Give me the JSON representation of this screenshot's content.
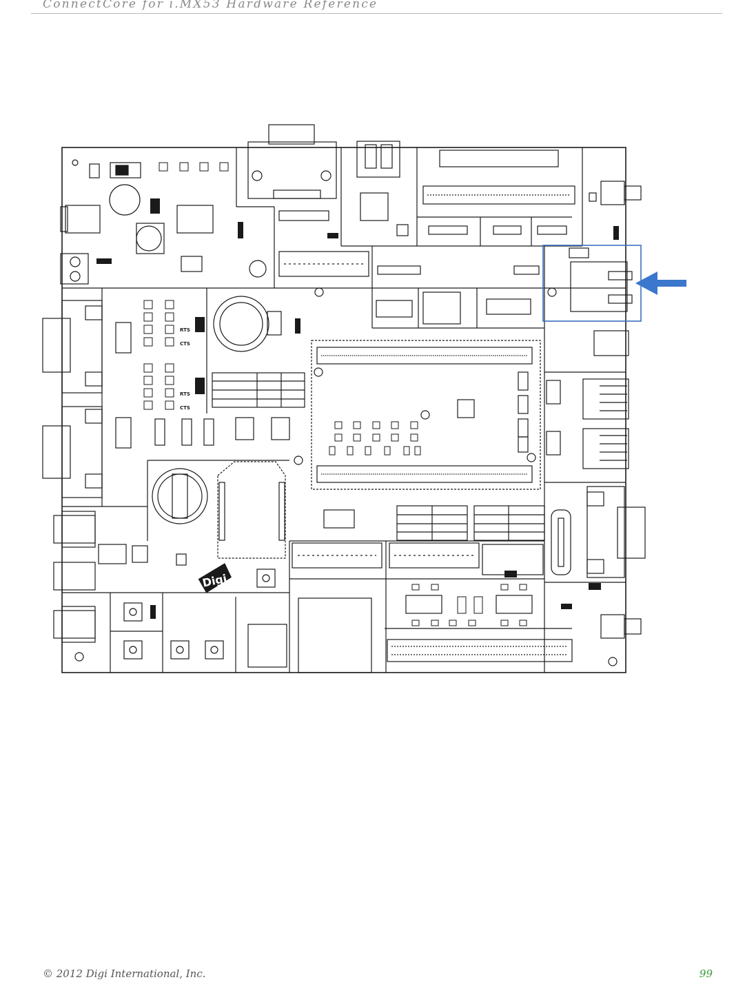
{
  "header": {
    "title": "ConnectCore for i.MX53 Hardware Reference"
  },
  "footer": {
    "copyright": "© 2012 Digi International, Inc.",
    "page_number": "99"
  },
  "figure": {
    "logo_text": "Digi",
    "signal_labels": [
      "RTS",
      "CTS",
      "RTS",
      "CTS"
    ],
    "highlight_color": "#3a6fc0",
    "arrow_color": "#3b77cc"
  }
}
